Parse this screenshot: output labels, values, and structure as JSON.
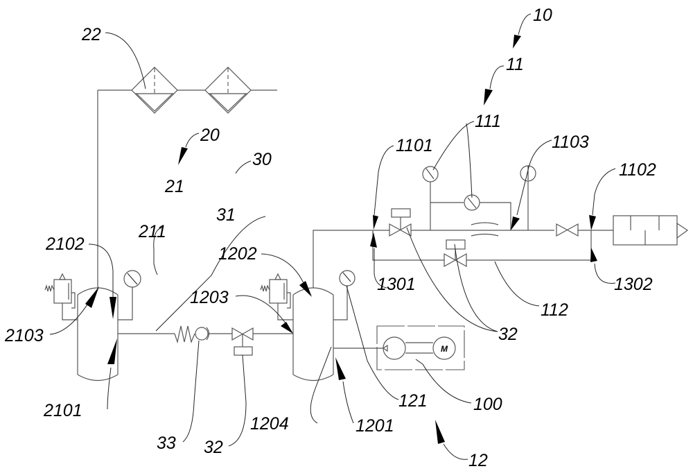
{
  "figure": {
    "type": "pneumatic schematic (patent drawing)",
    "labels": {
      "l10": "10",
      "l11": "11",
      "l111": "111",
      "l1101": "1101",
      "l1103": "1103",
      "l1102": "1102",
      "l1301": "1301",
      "l1302": "1302",
      "l112": "112",
      "l32a": "32",
      "l32b": "32",
      "l22": "22",
      "l20": "20",
      "l21": "21",
      "l211": "211",
      "l30": "30",
      "l31": "31",
      "l2102": "2102",
      "l2103": "2103",
      "l2101": "2101",
      "l1202": "1202",
      "l1203": "1203",
      "l1204": "1204",
      "l1201": "1201",
      "l33": "33",
      "l121": "121",
      "l100": "100",
      "l12": "12"
    },
    "motor_symbol": "M",
    "components": [
      {
        "id": "22",
        "name": "filter-pair"
      },
      {
        "id": "2101",
        "name": "left-tank"
      },
      {
        "id": "1201",
        "name": "right-tank"
      },
      {
        "id": "33",
        "name": "check-valve"
      },
      {
        "id": "32",
        "name": "solenoid-valve"
      },
      {
        "id": "111",
        "name": "pressure-gauges"
      },
      {
        "id": "112",
        "name": "bypass-line"
      },
      {
        "id": "100",
        "name": "compressor-motor-unit"
      }
    ]
  }
}
